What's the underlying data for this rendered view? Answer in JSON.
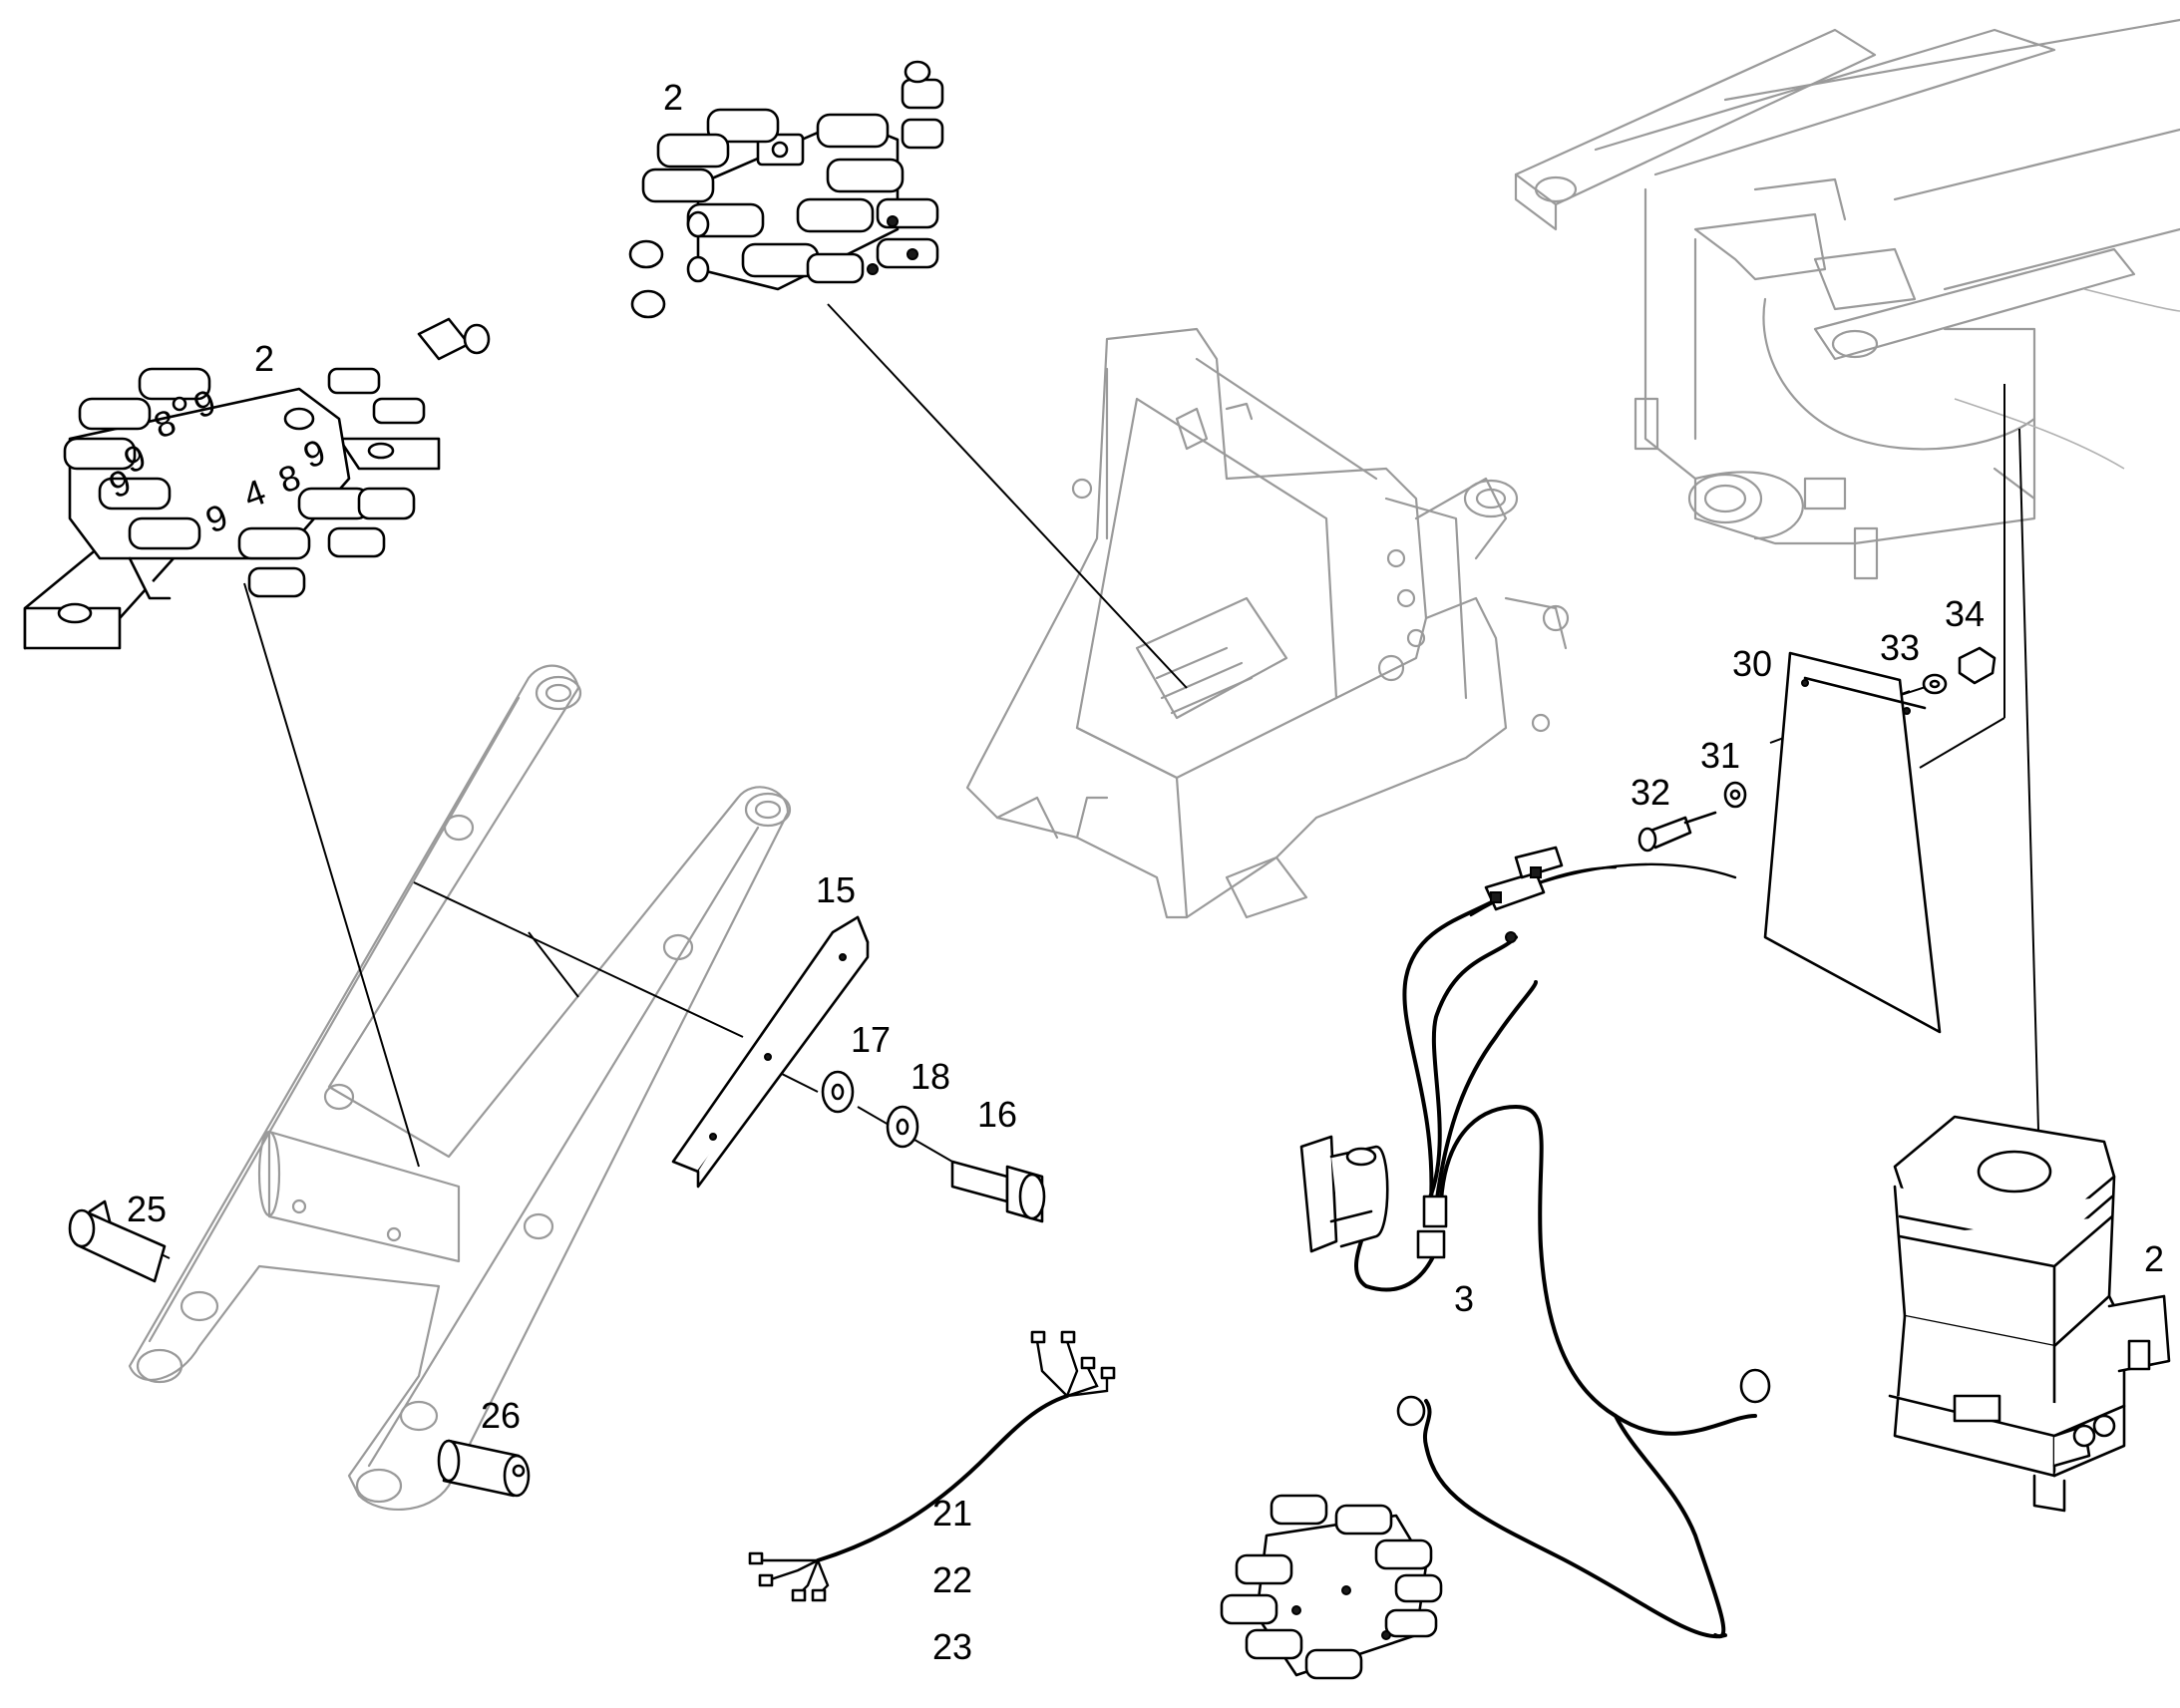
{
  "callouts": [
    {
      "id": "2"
    },
    {
      "id": "2"
    },
    {
      "id": "2"
    },
    {
      "id": "3"
    },
    {
      "id": "15"
    },
    {
      "id": "16"
    },
    {
      "id": "17"
    },
    {
      "id": "18"
    },
    {
      "id": "21"
    },
    {
      "id": "22"
    },
    {
      "id": "23"
    },
    {
      "id": "25"
    },
    {
      "id": "26"
    },
    {
      "id": "30"
    },
    {
      "id": "31"
    },
    {
      "id": "32"
    },
    {
      "id": "33"
    },
    {
      "id": "34"
    }
  ],
  "block_markings": [
    "9",
    "8",
    "9",
    "9",
    "4",
    "9",
    "8",
    "9"
  ]
}
